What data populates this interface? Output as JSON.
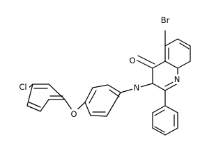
{
  "molecule": {
    "atom_labels": {
      "bromine": "Br",
      "carbonyl_oxygen": "O",
      "ring_nitrogen_3": "N",
      "ring_nitrogen_1": "N",
      "ether_oxygen": "O",
      "chlorine": "Cl"
    }
  }
}
